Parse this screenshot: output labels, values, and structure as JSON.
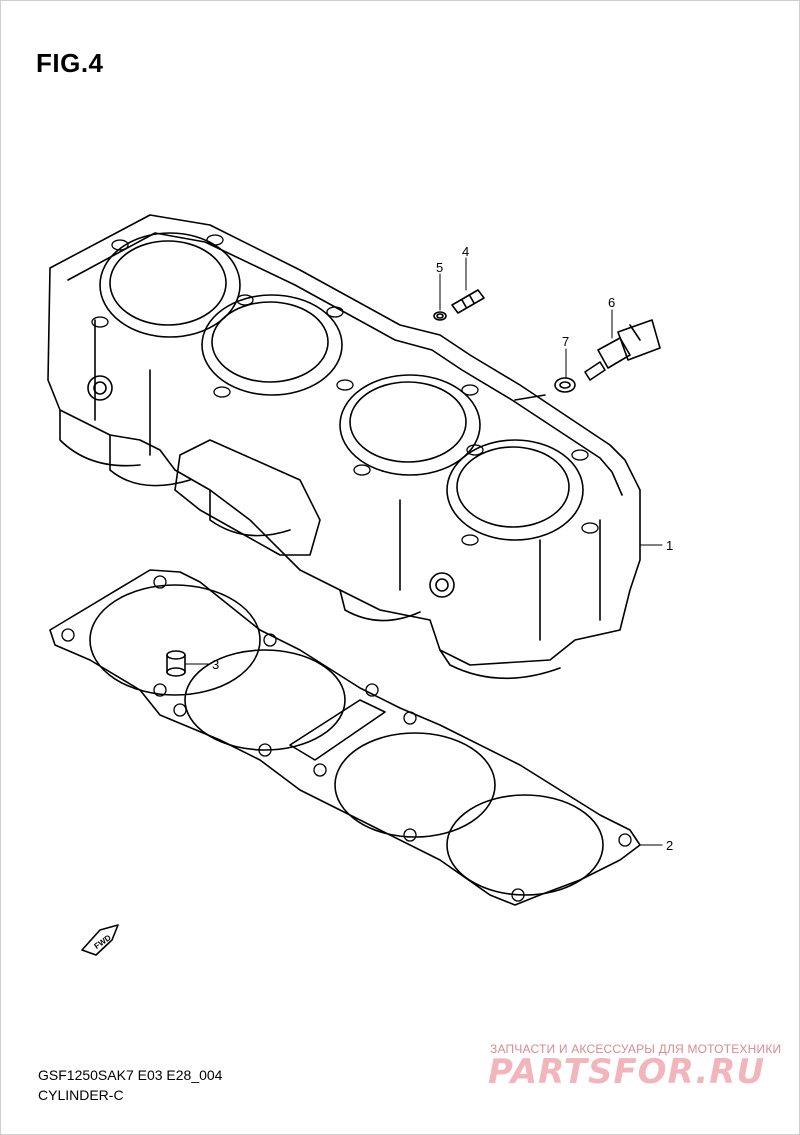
{
  "figure": {
    "title": "FIG.4"
  },
  "callouts": [
    "1",
    "2",
    "3",
    "4",
    "5",
    "6",
    "7"
  ],
  "fwd_label": "FWD",
  "footer": {
    "model_code": "GSF1250SAK7 E03 E28_004",
    "section_name": "CYLINDER-C"
  },
  "watermark": {
    "tagline": "ЗАПЧАСТИ И АКСЕССУАРЫ ДЛЯ МОТОТЕХНИКИ",
    "logo": "PARTSFOR.RU"
  }
}
